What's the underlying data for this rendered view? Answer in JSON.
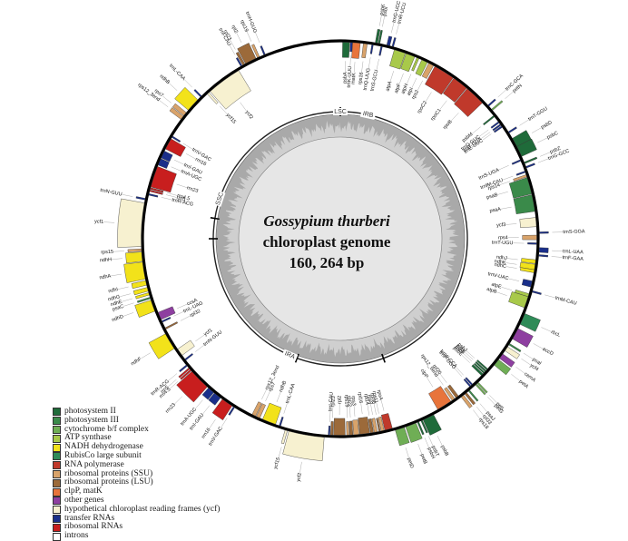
{
  "title": {
    "species": "Gossypium thurberi",
    "subtitle": "chloroplast genome",
    "size": "160, 264 bp"
  },
  "regions": {
    "lsc": "LSC",
    "ssc": "SSC",
    "ira": "IRA",
    "irb": "IRB"
  },
  "legend": [
    {
      "label": "photosystem II",
      "color": "#1f6b3a"
    },
    {
      "label": "photosystem III",
      "color": "#3a8a4a"
    },
    {
      "label": "cytochrome b/f complex",
      "color": "#6fae55"
    },
    {
      "label": "ATP synthase",
      "color": "#a8c94a"
    },
    {
      "label": "NADH dehydrogenase",
      "color": "#f2e21a"
    },
    {
      "label": "RubisCo large subunit",
      "color": "#2e8b57"
    },
    {
      "label": "RNA polymerase",
      "color": "#c0392b"
    },
    {
      "label": "ribosomal proteins (SSU)",
      "color": "#d9a36a"
    },
    {
      "label": "ribosomal proteins (LSU)",
      "color": "#9c6a3a"
    },
    {
      "label": "clpP, matK",
      "color": "#e8743b"
    },
    {
      "label": "other genes",
      "color": "#8e3fa0"
    },
    {
      "label": "hypothetical chloroplast reading frames (ycf)",
      "color": "#f7f1d0"
    },
    {
      "label": "transfer RNAs",
      "color": "#1a2f8a"
    },
    {
      "label": "ribosomal RNAs",
      "color": "#c81e1e"
    },
    {
      "label": "introns",
      "color": "#ffffff"
    }
  ],
  "genes": [
    {
      "name": "psbA",
      "start": 0.3,
      "end": 1.2,
      "strand": "in",
      "cat": 0
    },
    {
      "name": "trnK-UUU",
      "start": 1.3,
      "end": 1.6,
      "strand": "in",
      "cat": 12
    },
    {
      "name": "matK",
      "start": 1.6,
      "end": 2.6,
      "strand": "in",
      "cat": 9
    },
    {
      "name": "rps16",
      "start": 3.0,
      "end": 3.5,
      "strand": "in",
      "cat": 7
    },
    {
      "name": "trnQ-UUG",
      "start": 4.1,
      "end": 4.3,
      "strand": "in",
      "cat": 12
    },
    {
      "name": "psbK",
      "start": 4.5,
      "end": 4.8,
      "strand": "out",
      "cat": 0
    },
    {
      "name": "psbI",
      "start": 4.9,
      "end": 5.1,
      "strand": "out",
      "cat": 0
    },
    {
      "name": "trnS-GCU",
      "start": 5.3,
      "end": 5.5,
      "strand": "in",
      "cat": 12
    },
    {
      "name": "trnG-UCC",
      "start": 6.0,
      "end": 6.4,
      "strand": "out",
      "cat": 12
    },
    {
      "name": "trnR-UCU",
      "start": 6.7,
      "end": 6.9,
      "strand": "out",
      "cat": 12
    },
    {
      "name": "atpA",
      "start": 7.1,
      "end": 8.6,
      "strand": "in",
      "cat": 3
    },
    {
      "name": "atpF",
      "start": 8.7,
      "end": 9.9,
      "strand": "in",
      "cat": 3
    },
    {
      "name": "atpH",
      "start": 10.2,
      "end": 10.5,
      "strand": "in",
      "cat": 3
    },
    {
      "name": "atpI",
      "start": 10.9,
      "end": 11.7,
      "strand": "in",
      "cat": 3
    },
    {
      "name": "rps2",
      "start": 11.9,
      "end": 12.6,
      "strand": "in",
      "cat": 7
    },
    {
      "name": "rpoC2",
      "start": 12.8,
      "end": 15.6,
      "strand": "in",
      "cat": 6
    },
    {
      "name": "rpoC1",
      "start": 15.7,
      "end": 17.8,
      "strand": "in",
      "cat": 6
    },
    {
      "name": "rpoB",
      "start": 17.9,
      "end": 20.6,
      "strand": "in",
      "cat": 6
    },
    {
      "name": "trnC-GCA",
      "start": 21.3,
      "end": 21.5,
      "strand": "out",
      "cat": 12
    },
    {
      "name": "petN",
      "start": 22.0,
      "end": 22.2,
      "strand": "out",
      "cat": 2
    },
    {
      "name": "psbM",
      "start": 22.8,
      "end": 23.0,
      "strand": "in",
      "cat": 0
    },
    {
      "name": "trnD-GUC",
      "start": 23.8,
      "end": 24.0,
      "strand": "in",
      "cat": 12
    },
    {
      "name": "trnY-GUA",
      "start": 24.2,
      "end": 24.4,
      "strand": "in",
      "cat": 12
    },
    {
      "name": "trnE-UUC",
      "start": 24.5,
      "end": 24.7,
      "strand": "in",
      "cat": 12
    },
    {
      "name": "trnT-GGU",
      "start": 25.6,
      "end": 25.8,
      "strand": "out",
      "cat": 12
    },
    {
      "name": "psbD",
      "start": 26.6,
      "end": 27.8,
      "strand": "out",
      "cat": 0
    },
    {
      "name": "psbC",
      "start": 27.8,
      "end": 29.2,
      "strand": "out",
      "cat": 0
    },
    {
      "name": "trnS-UGA",
      "start": 29.5,
      "end": 29.7,
      "strand": "in",
      "cat": 12
    },
    {
      "name": "psbZ",
      "start": 30.0,
      "end": 30.2,
      "strand": "out",
      "cat": 0
    },
    {
      "name": "trnG-GCC",
      "start": 30.6,
      "end": 30.8,
      "strand": "out",
      "cat": 12
    },
    {
      "name": "trnfM-CAU",
      "start": 31.1,
      "end": 31.3,
      "strand": "in",
      "cat": 12
    },
    {
      "name": "rps14",
      "start": 31.6,
      "end": 31.9,
      "strand": "in",
      "cat": 7
    },
    {
      "name": "psaB",
      "start": 32.0,
      "end": 34.2,
      "strand": "in",
      "cat": 1
    },
    {
      "name": "psaA",
      "start": 34.3,
      "end": 36.5,
      "strand": "in",
      "cat": 1
    },
    {
      "name": "ycf3",
      "start": 37.3,
      "end": 38.5,
      "strand": "in",
      "cat": 11
    },
    {
      "name": "trnS-GGA",
      "start": 39.2,
      "end": 39.4,
      "strand": "out",
      "cat": 12
    },
    {
      "name": "rps4",
      "start": 39.6,
      "end": 40.2,
      "strand": "in",
      "cat": 7
    },
    {
      "name": "trnT-UGU",
      "start": 40.6,
      "end": 40.8,
      "strand": "in",
      "cat": 12
    },
    {
      "name": "trnL-UAA",
      "start": 41.2,
      "end": 41.8,
      "strand": "out",
      "cat": 12
    },
    {
      "name": "trnF-GAA",
      "start": 42.1,
      "end": 42.3,
      "strand": "out",
      "cat": 12
    },
    {
      "name": "ndhJ",
      "start": 42.8,
      "end": 43.3,
      "strand": "in",
      "cat": 4
    },
    {
      "name": "ndhK",
      "start": 43.4,
      "end": 44.1,
      "strand": "in",
      "cat": 4
    },
    {
      "name": "ndhC",
      "start": 44.1,
      "end": 44.5,
      "strand": "in",
      "cat": 4
    },
    {
      "name": "trnV-UAC",
      "start": 45.6,
      "end": 46.4,
      "strand": "in",
      "cat": 12
    },
    {
      "name": "trnM-CAU",
      "start": 46.8,
      "end": 47.0,
      "strand": "out",
      "cat": 12
    },
    {
      "name": "atpE",
      "start": 47.3,
      "end": 47.7,
      "strand": "in",
      "cat": 3
    },
    {
      "name": "atpB",
      "start": 47.7,
      "end": 49.2,
      "strand": "in",
      "cat": 3
    },
    {
      "name": "rbcL",
      "start": 49.9,
      "end": 51.4,
      "strand": "out",
      "cat": 5
    },
    {
      "name": "accD",
      "start": 52.0,
      "end": 53.5,
      "strand": "out",
      "cat": 10
    },
    {
      "name": "psaI",
      "start": 54.2,
      "end": 54.4,
      "strand": "out",
      "cat": 1
    },
    {
      "name": "ycf4",
      "start": 54.7,
      "end": 55.3,
      "strand": "out",
      "cat": 11
    },
    {
      "name": "cemA",
      "start": 55.8,
      "end": 56.5,
      "strand": "out",
      "cat": 10
    },
    {
      "name": "petA",
      "start": 56.7,
      "end": 57.6,
      "strand": "out",
      "cat": 2
    },
    {
      "name": "psbJ",
      "start": 58.5,
      "end": 58.7,
      "strand": "in",
      "cat": 0
    },
    {
      "name": "psbL",
      "start": 58.8,
      "end": 59.0,
      "strand": "in",
      "cat": 0
    },
    {
      "name": "psbF",
      "start": 59.1,
      "end": 59.3,
      "strand": "in",
      "cat": 0
    },
    {
      "name": "psbE",
      "start": 59.4,
      "end": 59.7,
      "strand": "in",
      "cat": 0
    },
    {
      "name": "petL",
      "start": 60.6,
      "end": 60.8,
      "strand": "out",
      "cat": 2
    },
    {
      "name": "petG",
      "start": 60.9,
      "end": 61.1,
      "strand": "out",
      "cat": 2
    },
    {
      "name": "trnW-CCA",
      "start": 61.3,
      "end": 61.5,
      "strand": "in",
      "cat": 12
    },
    {
      "name": "trnP-UGG",
      "start": 61.6,
      "end": 61.8,
      "strand": "in",
      "cat": 12
    },
    {
      "name": "psaJ",
      "start": 62.1,
      "end": 62.3,
      "strand": "out",
      "cat": 1
    },
    {
      "name": "rpl33",
      "start": 62.6,
      "end": 62.9,
      "strand": "out",
      "cat": 8
    },
    {
      "name": "rps18",
      "start": 63.1,
      "end": 63.5,
      "strand": "out",
      "cat": 7
    },
    {
      "name": "rpl20",
      "start": 63.7,
      "end": 64.1,
      "strand": "in",
      "cat": 8
    },
    {
      "name": "rps12_5end",
      "start": 64.3,
      "end": 64.7,
      "strand": "in",
      "cat": 7
    },
    {
      "name": "clpP",
      "start": 64.9,
      "end": 66.9,
      "strand": "in",
      "cat": 9
    },
    {
      "name": "psbB",
      "start": 67.7,
      "end": 69.2,
      "strand": "out",
      "cat": 0
    },
    {
      "name": "psbT",
      "start": 69.3,
      "end": 69.5,
      "strand": "out",
      "cat": 0
    },
    {
      "name": "psbH",
      "start": 69.8,
      "end": 70.0,
      "strand": "out",
      "cat": 0
    },
    {
      "name": "petB",
      "start": 70.2,
      "end": 71.6,
      "strand": "out",
      "cat": 2
    },
    {
      "name": "petD",
      "start": 71.8,
      "end": 73.0,
      "strand": "out",
      "cat": 2
    },
    {
      "name": "rpoA",
      "start": 73.3,
      "end": 74.3,
      "strand": "in",
      "cat": 6
    },
    {
      "name": "rps11",
      "start": 74.4,
      "end": 74.8,
      "strand": "in",
      "cat": 7
    },
    {
      "name": "rpl36",
      "start": 74.9,
      "end": 75.1,
      "strand": "in",
      "cat": 8
    },
    {
      "name": "rps8",
      "start": 75.3,
      "end": 75.7,
      "strand": "in",
      "cat": 7
    },
    {
      "name": "rpl14",
      "start": 75.8,
      "end": 76.2,
      "strand": "in",
      "cat": 8
    },
    {
      "name": "rpl16",
      "start": 76.3,
      "end": 77.6,
      "strand": "in",
      "cat": 8
    },
    {
      "name": "rps3",
      "start": 77.7,
      "end": 78.4,
      "strand": "in",
      "cat": 7
    },
    {
      "name": "rpl22",
      "start": 78.5,
      "end": 78.9,
      "strand": "in",
      "cat": 8
    },
    {
      "name": "rps19",
      "start": 79.0,
      "end": 79.3,
      "strand": "in",
      "cat": 7
    },
    {
      "name": "rpl2",
      "start": 79.5,
      "end": 81.0,
      "strand": "in",
      "cat": 8
    },
    {
      "name": "rpl23",
      "start": 81.1,
      "end": 81.4,
      "strand": "in",
      "cat": 8
    },
    {
      "name": "trnI-CAU",
      "start": 81.5,
      "end": 81.7,
      "strand": "in",
      "cat": 12
    },
    {
      "name": "ycf2",
      "start": 82.2,
      "end": 86.8,
      "strand": "out",
      "cat": 11
    },
    {
      "name": "ycf15",
      "start": 87.0,
      "end": 87.3,
      "strand": "out",
      "cat": 11
    },
    {
      "name": "trnL-CAA",
      "start": 88.0,
      "end": 88.2,
      "strand": "in",
      "cat": 12
    },
    {
      "name": "ndhB",
      "start": 88.7,
      "end": 90.5,
      "strand": "in",
      "cat": 4
    },
    {
      "name": "rps7",
      "start": 90.9,
      "end": 91.4,
      "strand": "in",
      "cat": 7
    },
    {
      "name": "rps12_3end",
      "start": 91.5,
      "end": 92.0,
      "strand": "in",
      "cat": 7
    },
    {
      "name": "trnV-GAC",
      "start": 94.4,
      "end": 94.6,
      "strand": "out",
      "cat": 12
    },
    {
      "name": "rrn16",
      "start": 94.8,
      "end": 96.3,
      "strand": "out",
      "cat": 13
    },
    {
      "name": "trnI-GAU",
      "start": 96.6,
      "end": 97.6,
      "strand": "out",
      "cat": 12
    },
    {
      "name": "trnA-UGC",
      "start": 97.7,
      "end": 98.6,
      "strand": "out",
      "cat": 12
    },
    {
      "name": "rrn23",
      "start": 98.8,
      "end": 101.6,
      "strand": "out",
      "cat": 13
    },
    {
      "name": "rrn4.5",
      "start": 101.7,
      "end": 101.9,
      "strand": "out",
      "cat": 13
    },
    {
      "name": "rrn5",
      "start": 102.0,
      "end": 102.2,
      "strand": "out",
      "cat": 13
    },
    {
      "name": "trnR-ACG",
      "start": 102.5,
      "end": 102.7,
      "strand": "out",
      "cat": 12
    },
    {
      "name": "trnN-GUU",
      "start": 103.2,
      "end": 103.4,
      "strand": "in",
      "cat": 12
    },
    {
      "name": "ycf1",
      "start": 104.0,
      "end": 105.0,
      "strand": "in",
      "cat": 11
    },
    {
      "name": "ndhF",
      "start": 105.3,
      "end": 107.5,
      "strand": "out",
      "cat": 4
    },
    {
      "name": "rpl32",
      "start": 108.0,
      "end": 108.2,
      "strand": "in",
      "cat": 8
    },
    {
      "name": "trnL-UAG",
      "start": 109.0,
      "end": 109.2,
      "strand": "in",
      "cat": 12
    },
    {
      "name": "ccsA",
      "start": 109.4,
      "end": 110.4,
      "strand": "in",
      "cat": 10
    },
    {
      "name": "ndhD",
      "start": 110.7,
      "end": 112.2,
      "strand": "out",
      "cat": 4
    },
    {
      "name": "psaC",
      "start": 112.4,
      "end": 112.6,
      "strand": "out",
      "cat": 1
    },
    {
      "name": "ndhE",
      "start": 112.9,
      "end": 113.2,
      "strand": "out",
      "cat": 4
    },
    {
      "name": "ndhG",
      "start": 113.4,
      "end": 113.9,
      "strand": "out",
      "cat": 4
    },
    {
      "name": "ndhI",
      "start": 114.2,
      "end": 114.8,
      "strand": "out",
      "cat": 4
    },
    {
      "name": "ndhA",
      "start": 115.0,
      "end": 117.2,
      "strand": "out",
      "cat": 4
    },
    {
      "name": "ndhH",
      "start": 117.3,
      "end": 118.5,
      "strand": "out",
      "cat": 4
    },
    {
      "name": "rps15",
      "start": 118.6,
      "end": 118.9,
      "strand": "out",
      "cat": 7
    },
    {
      "name": "ycf1",
      "start": 119.2,
      "end": 124.8,
      "strand": "out",
      "cat": 11
    },
    {
      "name": "trnN-GUU",
      "start": 125.2,
      "end": 125.4,
      "strand": "out",
      "cat": 12
    },
    {
      "name": "trnR-ACG",
      "start": 125.9,
      "end": 126.1,
      "strand": "in",
      "cat": 12
    },
    {
      "name": "rrn5",
      "start": 126.4,
      "end": 126.6,
      "strand": "in",
      "cat": 13
    },
    {
      "name": "rrn4.5",
      "start": 126.7,
      "end": 126.9,
      "strand": "in",
      "cat": 13
    },
    {
      "name": "rrn23",
      "start": 127.0,
      "end": 129.8,
      "strand": "in",
      "cat": 13
    },
    {
      "name": "trnA-UGC",
      "start": 130.0,
      "end": 130.9,
      "strand": "in",
      "cat": 12
    },
    {
      "name": "trnI-GAU",
      "start": 131.0,
      "end": 132.0,
      "strand": "in",
      "cat": 12
    },
    {
      "name": "rrn16",
      "start": 132.3,
      "end": 133.8,
      "strand": "in",
      "cat": 13
    },
    {
      "name": "trnV-GAC",
      "start": 134.0,
      "end": 134.2,
      "strand": "in",
      "cat": 12
    },
    {
      "name": "rps12_3end",
      "start": 136.6,
      "end": 137.1,
      "strand": "out",
      "cat": 7
    },
    {
      "name": "rps7",
      "start": 137.2,
      "end": 137.7,
      "strand": "out",
      "cat": 7
    },
    {
      "name": "ndhB",
      "start": 138.1,
      "end": 139.9,
      "strand": "out",
      "cat": 4
    },
    {
      "name": "trnL-CAA",
      "start": 140.4,
      "end": 140.6,
      "strand": "out",
      "cat": 12
    },
    {
      "name": "ycf15",
      "start": 141.3,
      "end": 141.6,
      "strand": "in",
      "cat": 11
    },
    {
      "name": "ycf2",
      "start": 141.8,
      "end": 146.4,
      "strand": "in",
      "cat": 11
    },
    {
      "name": "trnI-CAU",
      "start": 146.9,
      "end": 147.1,
      "strand": "out",
      "cat": 12
    },
    {
      "name": "rpl23",
      "start": 147.2,
      "end": 147.5,
      "strand": "out",
      "cat": 8
    },
    {
      "name": "rpl2",
      "start": 147.6,
      "end": 149.1,
      "strand": "out",
      "cat": 8
    },
    {
      "name": "rps19",
      "start": 149.3,
      "end": 149.6,
      "strand": "out",
      "cat": 7
    },
    {
      "name": "trnH-GUG",
      "start": 150.2,
      "end": 150.4,
      "strand": "out",
      "cat": 12
    }
  ],
  "label_text": {
    "psbA": "psbA"
  }
}
